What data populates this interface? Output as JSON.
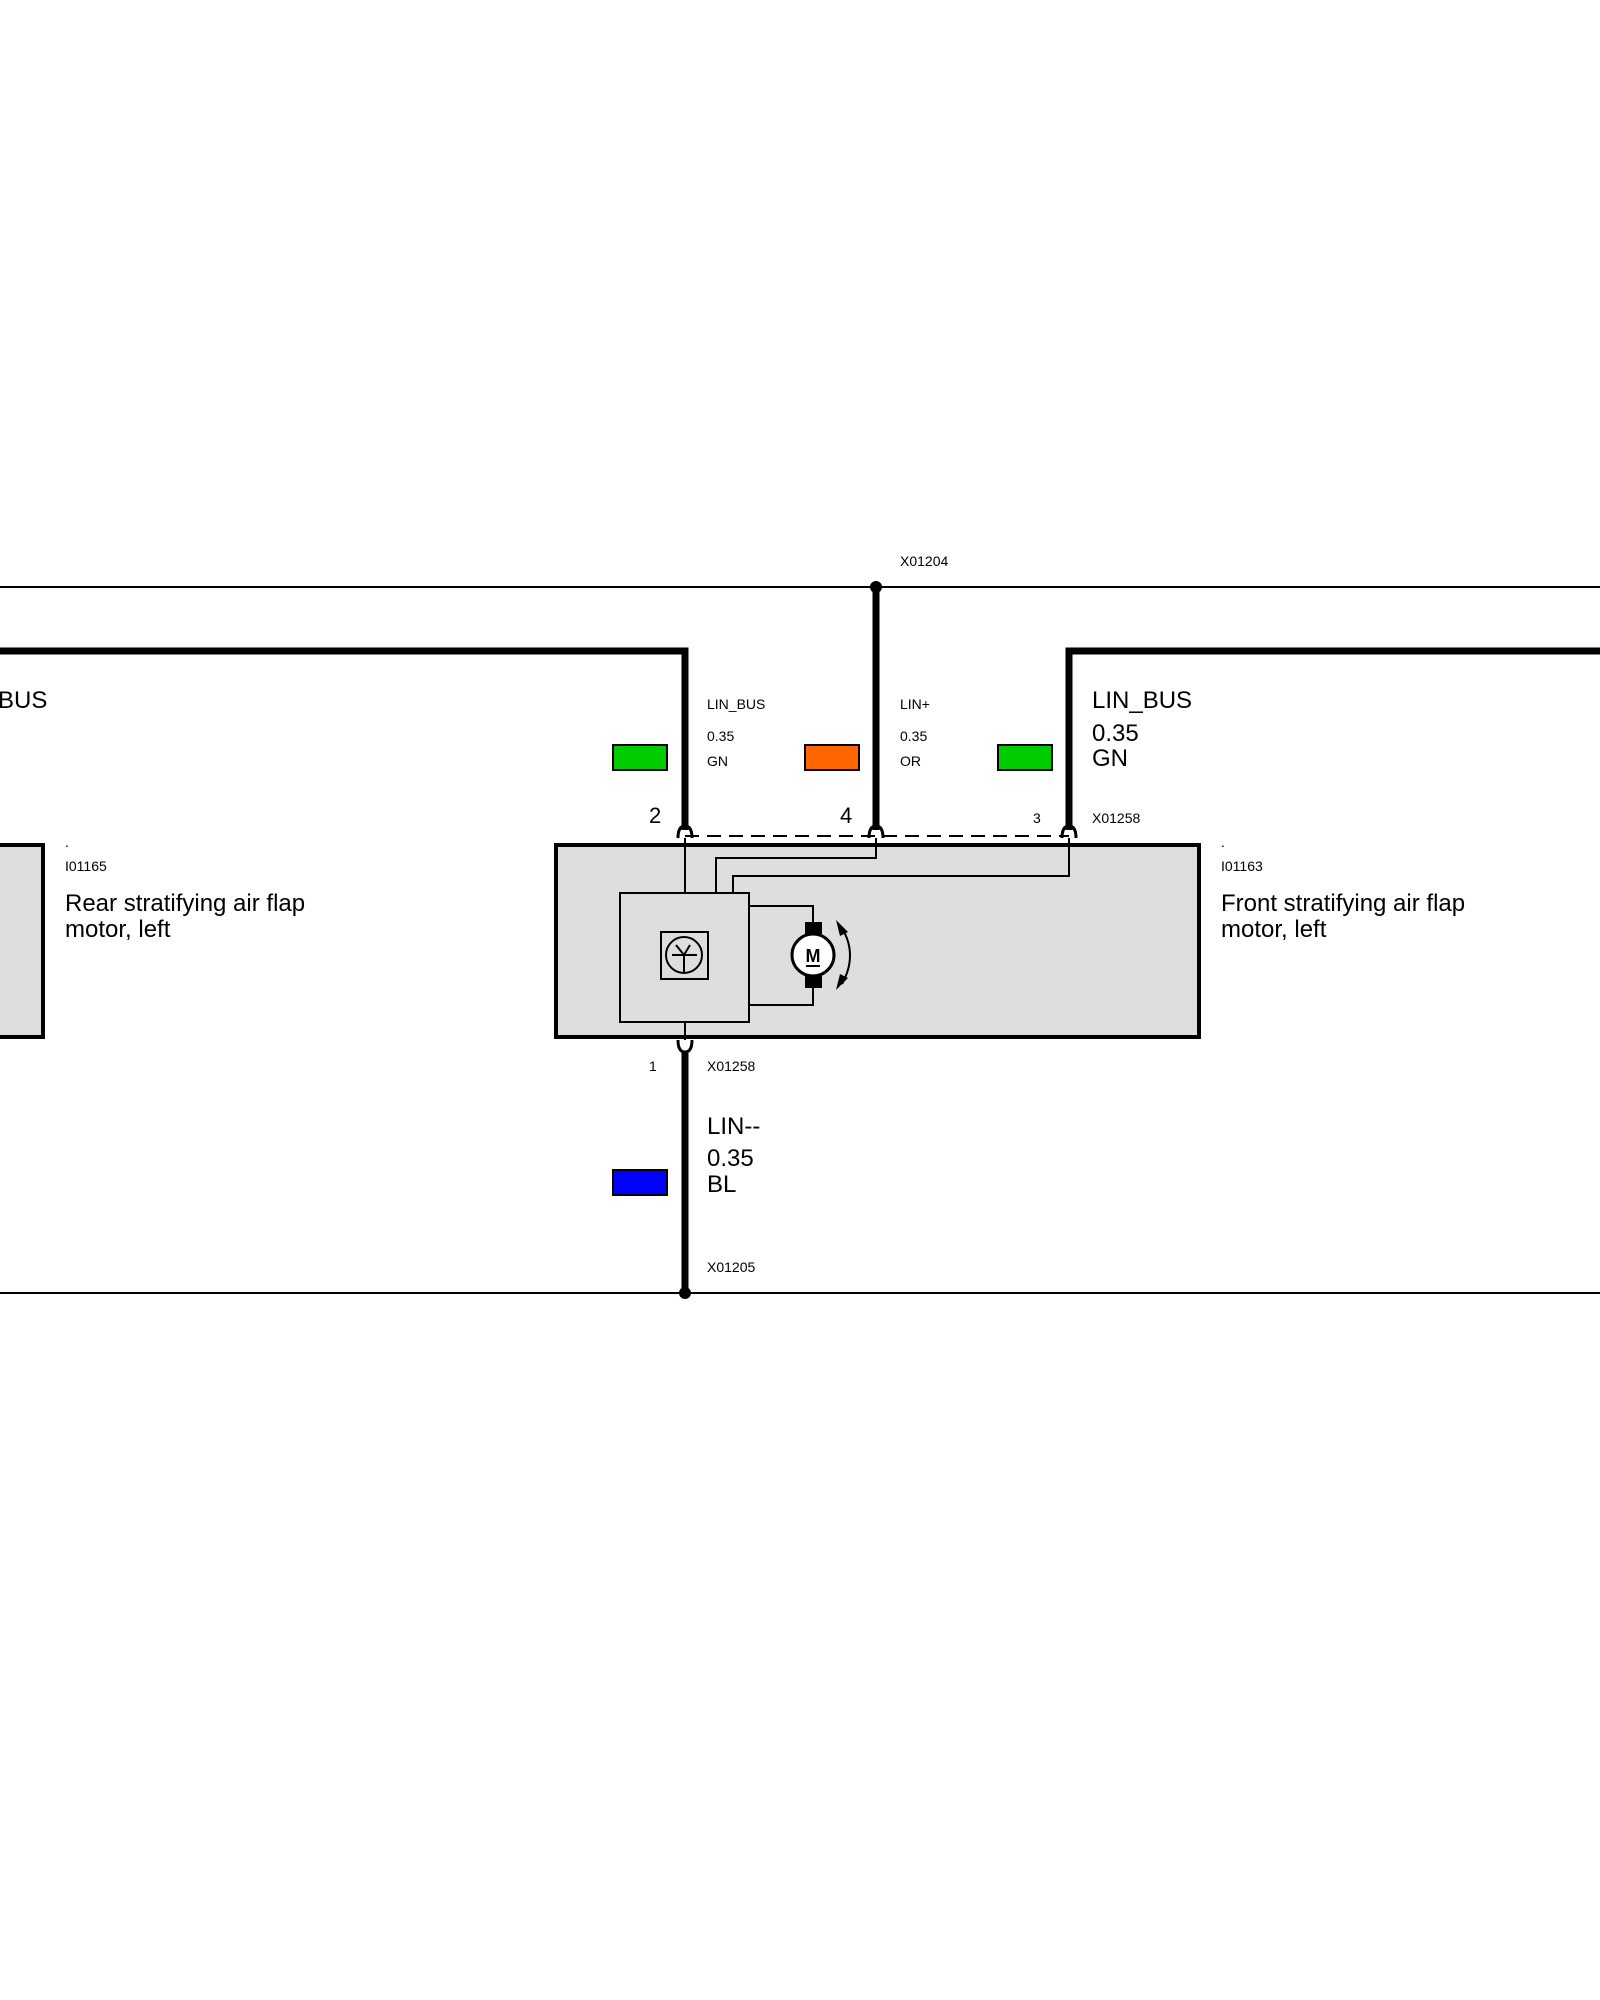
{
  "connectors": {
    "top_splice": "X01204",
    "bottom_splice": "X01205",
    "motor_connector_top": "X01258",
    "motor_connector_bottom": "X01258"
  },
  "pins": {
    "pin2": "2",
    "pin4": "4",
    "pin3": "3",
    "pin1": "1"
  },
  "wires": {
    "left_stub_label": "BUS",
    "pin2": {
      "signal": "LIN_BUS",
      "gauge": "0.35",
      "color_code": "GN",
      "swatch": "#00cc00"
    },
    "pin4": {
      "signal": "LIN+",
      "gauge": "0.35",
      "color_code": "OR",
      "swatch": "#ff6600"
    },
    "pin3": {
      "signal": "LIN_BUS",
      "gauge": "0.35",
      "color_code": "GN",
      "swatch": "#00cc00"
    },
    "pin1": {
      "signal": "LIN--",
      "gauge": "0.35",
      "color_code": "BL",
      "swatch": "#0000ff"
    }
  },
  "components": {
    "rear_motor": {
      "dot": ".",
      "id": "I01165",
      "name_line1": "Rear stratifying air flap",
      "name_line2": "motor, left"
    },
    "front_motor": {
      "dot": ".",
      "id": "I01163",
      "name_line1": "Front stratifying air flap",
      "name_line2": "motor, left"
    },
    "motor_symbol": "M"
  },
  "colors": {
    "component_fill": "#dedede",
    "line": "#000000"
  }
}
